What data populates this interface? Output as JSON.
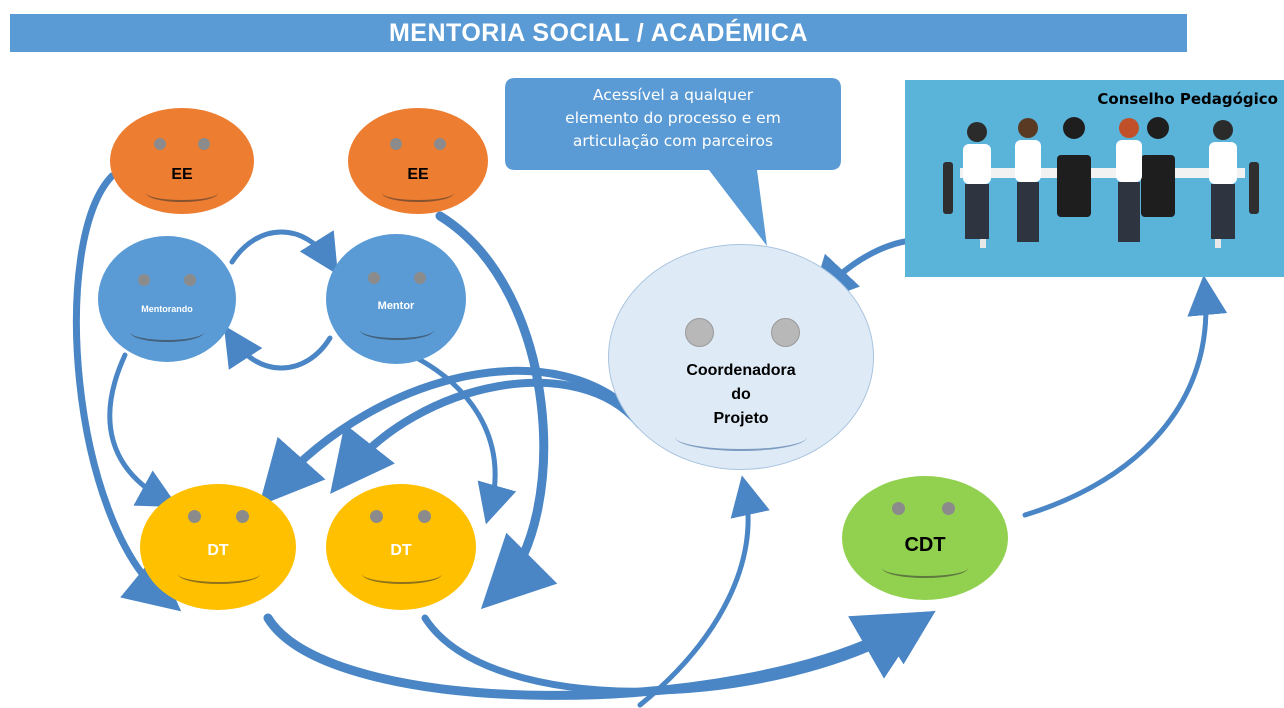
{
  "banner": {
    "title": "MENTORIA SOCIAL / ACADÉMICA"
  },
  "faces": {
    "ee_left": {
      "label": "EE",
      "color": "#ed7d31"
    },
    "ee_right": {
      "label": "EE",
      "color": "#ed7d31"
    },
    "mentorando": {
      "label": "Mentorando",
      "color": "#5b9bd5"
    },
    "mentor": {
      "label": "Mentor",
      "color": "#5b9bd5"
    },
    "dt_left": {
      "label": "DT",
      "color": "#ffc000"
    },
    "dt_right": {
      "label": "DT",
      "color": "#ffc000"
    },
    "coordenadora": {
      "label_line1": "Coordenadora",
      "label_line2": "do",
      "label_line3": "Projeto",
      "color": "#deebf7"
    },
    "cdt": {
      "label": "CDT",
      "color": "#92d050"
    }
  },
  "callout": {
    "line1": "Acessível a qualquer",
    "line2": "elemento do processo e em",
    "line3": "articulação com parceiros",
    "color": "#5b9bd5"
  },
  "conselho": {
    "title": "Conselho Pedagógico",
    "color": "#5ab3d9",
    "icon": "meeting-people-icon"
  },
  "arrow_color": "#4a86c5"
}
